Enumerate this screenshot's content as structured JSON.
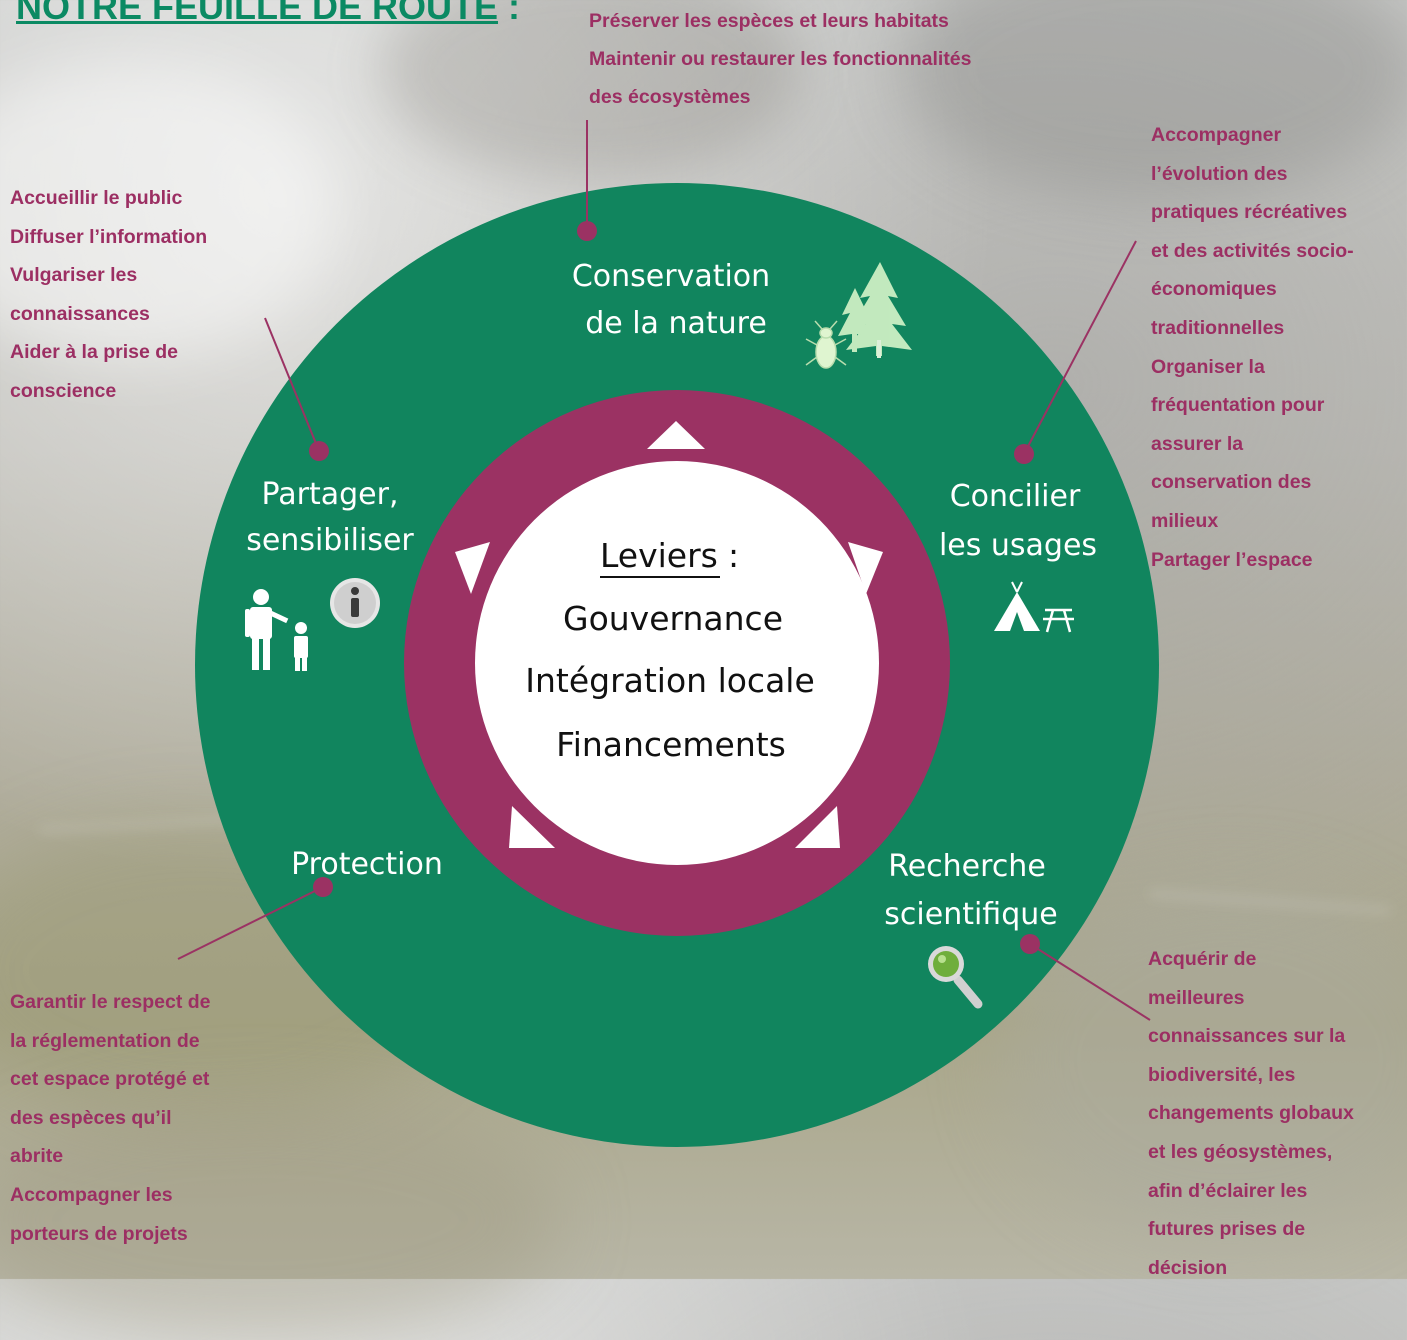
{
  "title": {
    "main": "NOTRE FEUILLE DE ROUTE",
    "colon": ":"
  },
  "colors": {
    "green": "#11855e",
    "purple": "#9b3263",
    "note_text": "#9c2f63",
    "title": "#0b8a63",
    "white": "#ffffff"
  },
  "notes": {
    "top": [
      "Préserver les espèces et leurs habitats",
      "Maintenir ou restaurer les fonctionnalités",
      "des écosystèmes"
    ],
    "left_top": [
      "Accueillir le public",
      "Diffuser l’information",
      "Vulgariser les",
      "connaissances",
      "Aider à la prise de",
      "conscience"
    ],
    "right_top": [
      "Accompagner",
      "l’évolution des",
      "pratiques récréatives",
      "et des activités socio-",
      "économiques",
      "traditionnelles",
      "Organiser la",
      "fréquentation pour",
      "assurer la",
      "conservation des",
      "milieux",
      "Partager l’espace"
    ],
    "left_bottom": [
      "Garantir le respect de",
      "la réglementation de",
      "cet espace protégé et",
      "des espèces qu’il",
      "abrite",
      "Accompagner les",
      "porteurs de projets"
    ],
    "right_bottom": [
      "Acquérir de",
      "meilleures",
      "connaissances sur la",
      "biodiversité, les",
      "changements globaux",
      "et les géosystèmes,",
      "afin d’éclairer les",
      "futures prises de",
      "décision"
    ]
  },
  "segments": {
    "conservation": [
      "Conservation",
      "de la nature"
    ],
    "partager": [
      "Partager,",
      "sensibiliser"
    ],
    "concilier": [
      "Concilier",
      "les usages"
    ],
    "protection": [
      "Protection"
    ],
    "recherche": [
      "Recherche",
      "scientifique"
    ]
  },
  "center": {
    "heading": "Leviers",
    "heading_colon": ":",
    "items": [
      "Gouvernance",
      "Intégration locale",
      "Financements"
    ]
  },
  "icons": {
    "conservation": [
      "tree-icon",
      "insect-icon"
    ],
    "partager": [
      "family-icon",
      "info-icon"
    ],
    "concilier": [
      "tent-icon",
      "picnic-table-icon"
    ],
    "recherche": [
      "magnifier-icon"
    ]
  }
}
